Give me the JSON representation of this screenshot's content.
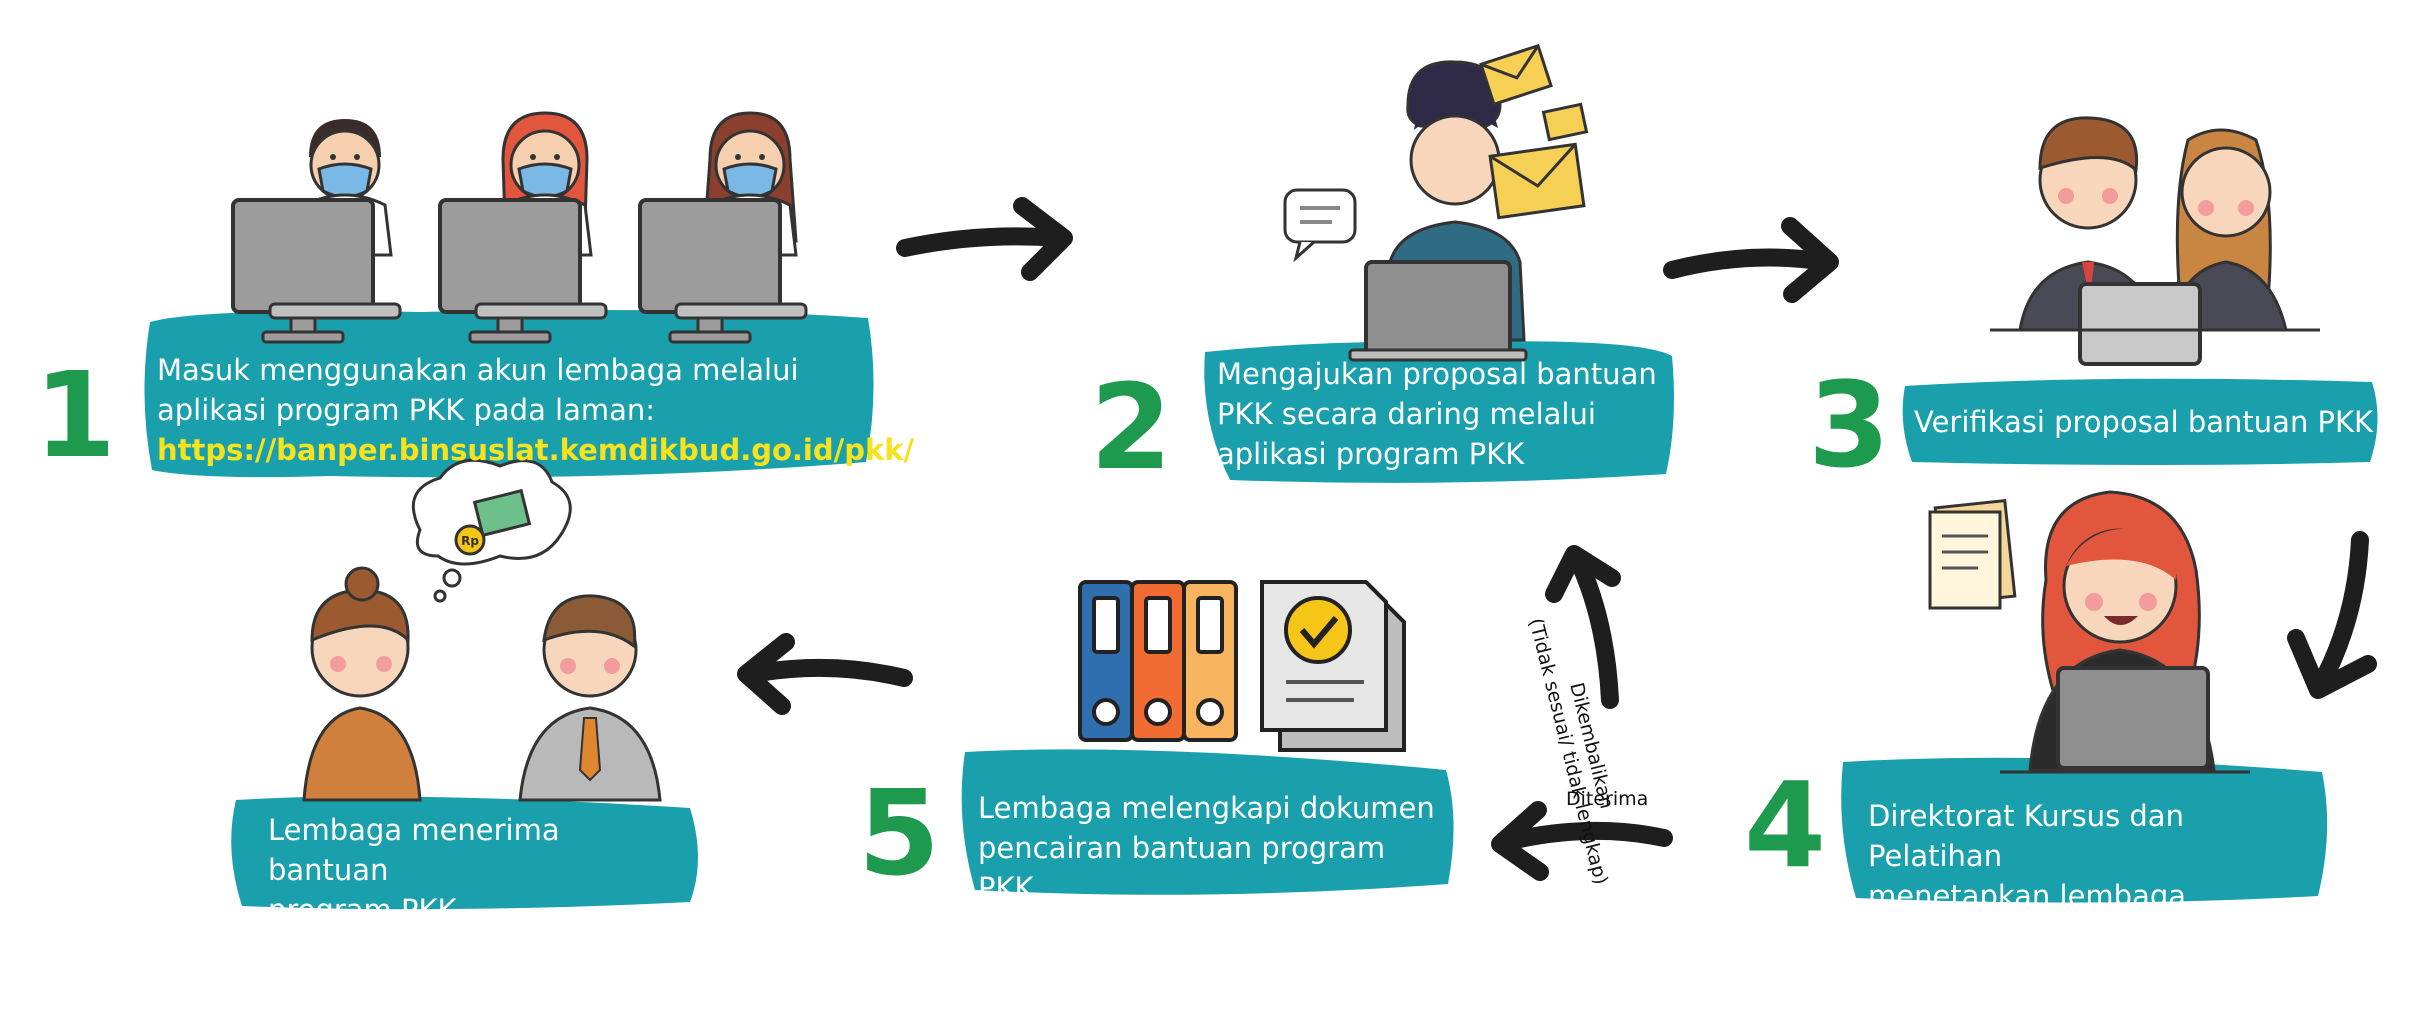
{
  "steps": [
    {
      "number": "1",
      "line1": "Masuk menggunakan akun lembaga melalui",
      "line2": "aplikasi program PKK pada laman:",
      "url": "https://banper.binsuslat.kemdikbud.go.id/pkk/"
    },
    {
      "number": "2",
      "line1": "Mengajukan proposal bantuan",
      "line2": "PKK secara daring melalui",
      "line3": "aplikasi program PKK"
    },
    {
      "number": "3",
      "line1": "Verifikasi proposal bantuan PKK"
    },
    {
      "number": "4",
      "line1": "Direktorat Kursus dan Pelatihan",
      "line2": "menetapkan lembaga penerima"
    },
    {
      "number": "5",
      "line1": "Lembaga melengkapi dokumen",
      "line2": "pencairan bantuan program PKK"
    },
    {
      "number": "",
      "line1": "Lembaga menerima bantuan",
      "line2": "program PKK"
    }
  ],
  "labels": {
    "diterima": "Diterima",
    "dikembalikan": "Dikembalikan",
    "dikembalikan_reason": "(Tidak sesuai/ tidak lengkap)",
    "currency": "Rp"
  },
  "colors": {
    "banner": "#1aa0ad",
    "number": "#1e9a4f",
    "url": "#f6e21d",
    "arrow": "#1e1e1e"
  }
}
